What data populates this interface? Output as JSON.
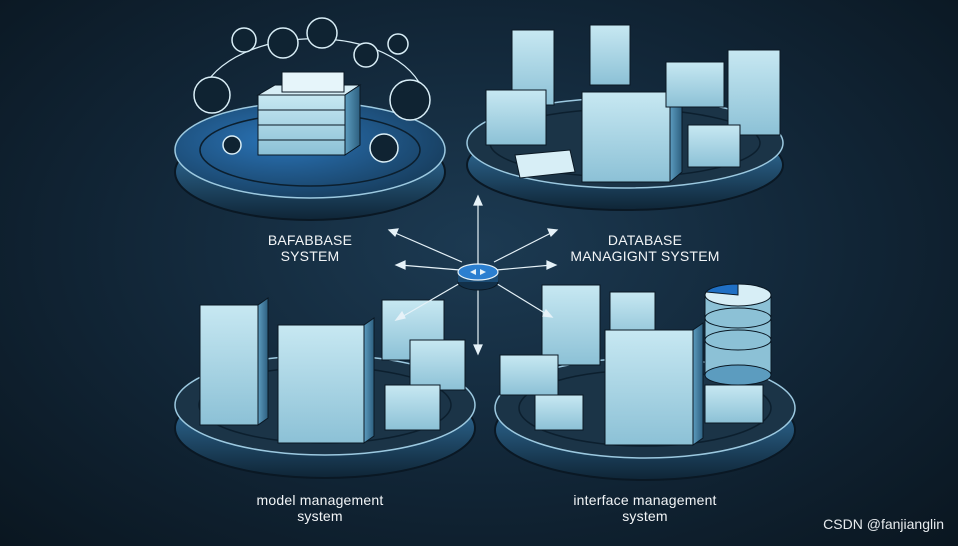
{
  "modules": {
    "top_left": {
      "line1": "BAFABBASE",
      "line2": "SYSTEM"
    },
    "top_right": {
      "line1": "DATABASE",
      "line2": "MANAGIGNT SYSTEM"
    },
    "bottom_left": {
      "line1": "model management",
      "line2": "system"
    },
    "bottom_right": {
      "line1": "interface management",
      "line2": "system"
    }
  },
  "hub": {
    "icon": "network-hub-icon"
  },
  "watermark": "CSDN @fanjianglin",
  "colors": {
    "background": "#112536",
    "platform_top": "#1d3a52",
    "platform_rim": "#2f6f9e",
    "server_face": "#a9d6e6",
    "server_side": "#4a86a8",
    "accent": "#1f6fc4"
  }
}
